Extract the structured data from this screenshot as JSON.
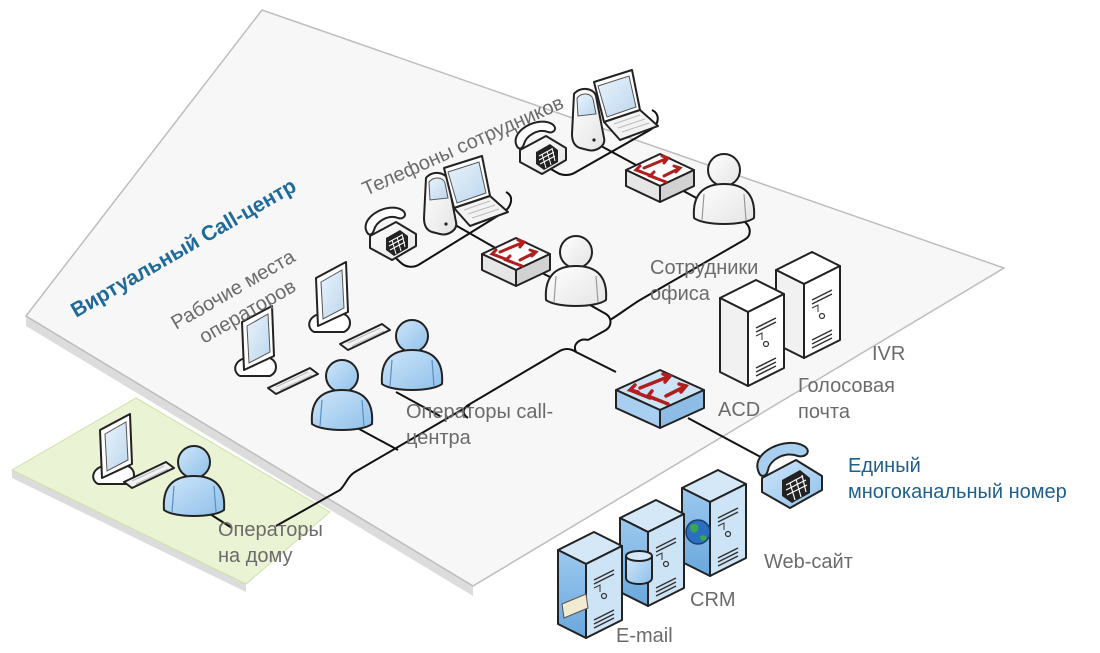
{
  "title": "Виртуальный Call-центр",
  "colors": {
    "platform": "#f7f7f7",
    "platform_edge": "#bdbdbd",
    "home_platform": "#eaf3d3",
    "accent_blue": "#1f6a9a",
    "device_blue": "#a9cff0",
    "device_white": "#ffffff",
    "switch_arrow": "#b01e1e",
    "label_gray": "#6b6b6b"
  },
  "zones": {
    "virtual_callcenter": "Виртуальный Call-центр",
    "home": "Операторы на дому"
  },
  "labels": {
    "employee_phones": "Телефоны сотрудников",
    "operator_workplaces_line1": "Рабочие места",
    "operator_workplaces_line2": "операторов",
    "office_staff_line1": "Сотрудники",
    "office_staff_line2": "офиса",
    "operators_line1": "Операторы call-",
    "operators_line2": "центра",
    "home_operators_line1": "Операторы",
    "home_operators_line2": "на дому",
    "ivr": "IVR",
    "voicemail_line1": "Голосовая",
    "voicemail_line2": "почта",
    "acd": "ACD",
    "single_number_line1": "Единый",
    "single_number_line2": "многоканальный номер",
    "website": "Web-сайт",
    "crm": "CRM",
    "email": "E-mail"
  },
  "nodes": [
    {
      "id": "desk-phone-1",
      "type": "desk-phone-icon",
      "style": "white"
    },
    {
      "id": "mobile-phone-1",
      "type": "mobile-phone-icon",
      "style": "white"
    },
    {
      "id": "laptop-1",
      "type": "laptop-icon",
      "style": "white"
    },
    {
      "id": "desk-phone-2",
      "type": "desk-phone-icon",
      "style": "white"
    },
    {
      "id": "mobile-phone-2",
      "type": "mobile-phone-icon",
      "style": "white"
    },
    {
      "id": "laptop-2",
      "type": "laptop-icon",
      "style": "white"
    },
    {
      "id": "switch-1",
      "type": "switch-icon",
      "style": "white"
    },
    {
      "id": "switch-2",
      "type": "switch-icon",
      "style": "white"
    },
    {
      "id": "office-user-1",
      "type": "user-icon",
      "style": "white"
    },
    {
      "id": "office-user-2",
      "type": "user-icon",
      "style": "white"
    },
    {
      "id": "workstation-1",
      "type": "monitor-icon",
      "style": "white"
    },
    {
      "id": "workstation-2",
      "type": "monitor-icon",
      "style": "white"
    },
    {
      "id": "operator-1",
      "type": "user-icon",
      "style": "blue"
    },
    {
      "id": "operator-2",
      "type": "user-icon",
      "style": "blue"
    },
    {
      "id": "acd-switch",
      "type": "switch-icon",
      "style": "blue"
    },
    {
      "id": "ivr-server",
      "type": "server-icon",
      "style": "white"
    },
    {
      "id": "voicemail-server",
      "type": "server-icon",
      "style": "white"
    },
    {
      "id": "main-phone",
      "type": "desk-phone-icon",
      "style": "blue"
    },
    {
      "id": "home-workstation",
      "type": "monitor-icon",
      "style": "white"
    },
    {
      "id": "home-operator",
      "type": "user-icon",
      "style": "blue"
    },
    {
      "id": "email-server",
      "type": "server-icon",
      "style": "blue"
    },
    {
      "id": "crm-server",
      "type": "server-icon",
      "style": "blue"
    },
    {
      "id": "web-server",
      "type": "server-icon",
      "style": "blue"
    }
  ]
}
